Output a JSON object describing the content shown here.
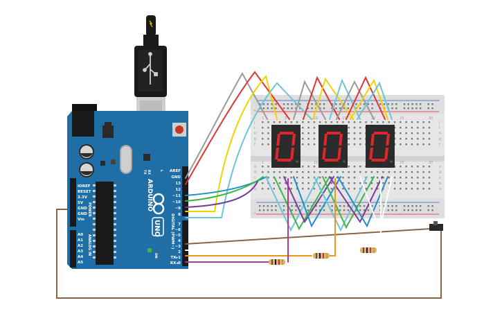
{
  "board": {
    "brand": "ARDUINO",
    "model": "UNO",
    "on_label": "ON",
    "tx_label": "TX",
    "rx_label": "RX",
    "l_label": "L",
    "power_label": "POWER",
    "analog_label": "ANALOG IN",
    "digital_label": "DIGITAL (PWM~)",
    "power_pins": [
      "IOREF",
      "RESET",
      "3.3V",
      "5V",
      "GND",
      "GND",
      "Vin"
    ],
    "analog_pins": [
      "A0",
      "A1",
      "A2",
      "A3",
      "A4",
      "A5"
    ],
    "digital_top": [
      "AREF",
      "GND",
      "13",
      "12",
      "~11",
      "~10",
      "~9",
      "8"
    ],
    "digital_bottom": [
      "7",
      "~6",
      "~5",
      "4",
      "~3",
      "2",
      "TX▸1",
      "RX◂0"
    ]
  },
  "breadboard": {
    "plus": "+",
    "minus": "−",
    "row_letters_top": [
      "j",
      "i",
      "h",
      "g",
      "f"
    ],
    "row_letters_bottom": [
      "e",
      "d",
      "c",
      "b",
      "a"
    ],
    "column_numbers": [
      "1",
      "5",
      "10",
      "15",
      "20",
      "25",
      "30"
    ]
  },
  "displays": [
    {
      "digit": "0"
    },
    {
      "digit": "0"
    },
    {
      "digit": "0"
    }
  ],
  "colors": {
    "board": "#1f6fa6",
    "breadboard": "#e6e6e6",
    "display_body": "#2b2b2b",
    "segment_on": "#e0262b",
    "wire_red": "#e03233",
    "wire_gray": "#9a9a9a",
    "wire_yellow": "#f2d200",
    "wire_cyan": "#6cc4d6",
    "wire_blue": "#1f8fc8",
    "wire_green": "#39b54a",
    "wire_purple": "#7b3a9a",
    "wire_orange": "#f0951a",
    "wire_brown": "#8a6544",
    "wire_magenta": "#b0368e"
  }
}
